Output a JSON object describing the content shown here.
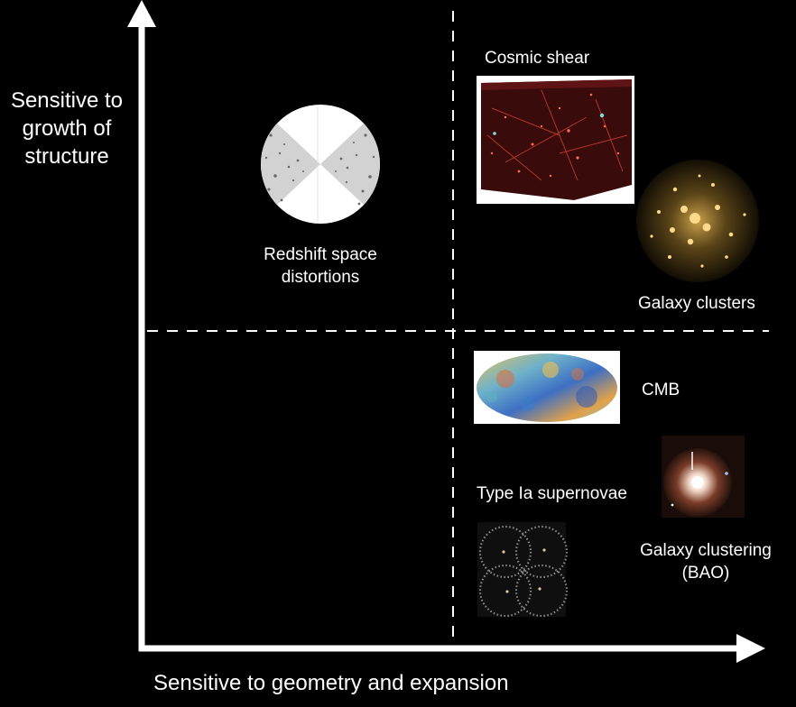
{
  "axes": {
    "y_label": [
      "Sensitive to",
      "growth of",
      "structure"
    ],
    "x_label": "Sensitive to geometry and expansion"
  },
  "items": {
    "rsd": {
      "label": [
        "Redshift space",
        "distortions"
      ],
      "icon": "rsd-wedge-icon"
    },
    "cosmic_shear": {
      "label": "Cosmic shear",
      "icon": "cosmic-web-box-icon"
    },
    "galaxy_clusters": {
      "label": "Galaxy clusters",
      "icon": "galaxy-cluster-icon"
    },
    "cmb": {
      "label": "CMB",
      "icon": "cmb-map-icon"
    },
    "supernovae": {
      "label": "Type Ia supernovae",
      "icon": "supernova-icon"
    },
    "bao": {
      "label": [
        "Galaxy clustering",
        "(BAO)"
      ],
      "icon": "bao-rings-icon"
    }
  },
  "colors": {
    "background": "#000000",
    "foreground": "#ffffff"
  }
}
